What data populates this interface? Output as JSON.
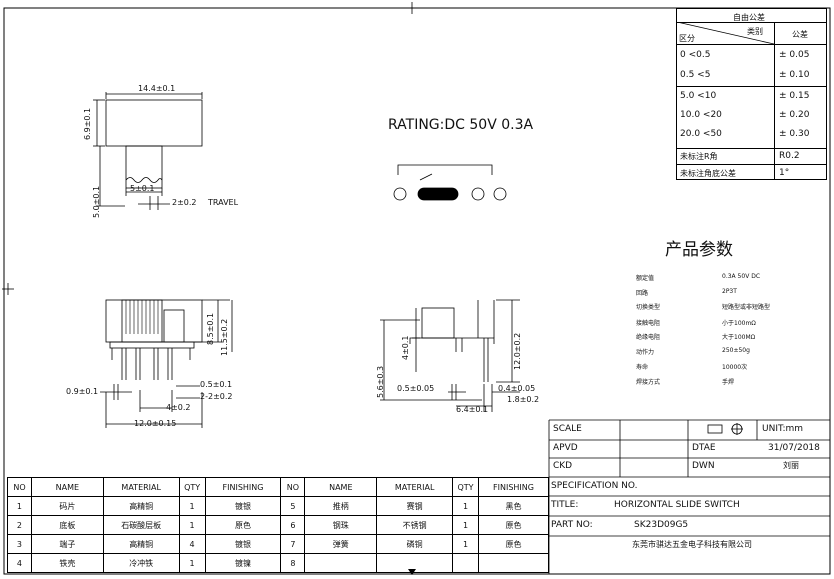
{
  "tolerance_table": {
    "title": "自由公差",
    "header_left": "区分",
    "header_mid": "类别",
    "header_right": "公差",
    "rows": [
      {
        "range": "0   <0.5",
        "tol": "± 0.05"
      },
      {
        "range": "0.5   <5",
        "tol": "± 0.10"
      },
      {
        "range": "5.0   <10",
        "tol": "± 0.15"
      },
      {
        "range": "10.0  <20",
        "tol": "± 0.20"
      },
      {
        "range": "20.0  <50",
        "tol": "± 0.30"
      },
      {
        "range": "未标注R角",
        "tol": "R0.2"
      },
      {
        "range": "未标注角底公差",
        "tol": "1°"
      }
    ]
  },
  "rating": "RATING:DC  50V  0.3A",
  "top_view_dims": {
    "width": "14.4±0.1",
    "height": "6.9±0.1",
    "knob_height": "5.0±0.1",
    "knob_width": "5±0.1",
    "travel": "2±0.2",
    "travel_label": "TRAVEL"
  },
  "front_view_dims": {
    "h1": "8.5±0.1",
    "h2": "11.5±0.2",
    "pin_w": "0.5±0.1",
    "pitch_pair": "2-2±0.2",
    "pin_space": "4±0.2",
    "total": "12.0±0.15",
    "left": "0.9±0.1"
  },
  "side_view_dims": {
    "h_left": "5.6±0.3",
    "h_body": "4±0.1",
    "h_right": "12.0±0.2",
    "pin_left": "0.5±0.05",
    "pin_right": "0.4±0.05",
    "gap": "1.8±0.2",
    "width": "6.4±0.1"
  },
  "params": {
    "title": "产品参数",
    "rows": [
      {
        "label": "额定值",
        "value": "0.3A  50V  DC"
      },
      {
        "label": "回路",
        "value": "2P3T"
      },
      {
        "label": "切换类型",
        "value": "短路型或非短路型"
      },
      {
        "label": "接触电阻",
        "value": "小于100mΩ"
      },
      {
        "label": "绝缘电阻",
        "value": "大于100MΩ"
      },
      {
        "label": "动作力",
        "value": "250±50g"
      },
      {
        "label": "寿命",
        "value": "10000次"
      },
      {
        "label": "焊接方式",
        "value": "手焊"
      }
    ]
  },
  "title_block": {
    "scale_label": "SCALE",
    "unit": "UNIT:mm",
    "apvd_label": "APVD",
    "date_label": "DTAE",
    "date": "31/07/2018",
    "ckd_label": "CKD",
    "dwn_label": "DWN",
    "dwn_value": "刘丽",
    "spec_label": "SPECIFICATION NO.",
    "title_label": "TITLE:",
    "title_value": "HORIZONTAL  SLIDE  SWITCH",
    "part_label": "PART NO:",
    "part_value": "SK23D09G5",
    "company": "东莞市骐达五金电子科技有限公司"
  },
  "bom": {
    "headers": [
      "NO",
      "NAME",
      "MATERIAL",
      "QTY",
      "FINISHING",
      "NO",
      "NAME",
      "MATERIAL",
      "QTY",
      "FINISHING"
    ],
    "rows": [
      [
        "1",
        "码片",
        "高精铜",
        "1",
        "镀银",
        "5",
        "推柄",
        "赛钢",
        "1",
        "黑色"
      ],
      [
        "2",
        "底板",
        "石碳酸层板",
        "1",
        "原色",
        "6",
        "钢珠",
        "不锈钢",
        "1",
        "原色"
      ],
      [
        "3",
        "端子",
        "高精铜",
        "4",
        "镀银",
        "7",
        "弹簧",
        "磷铜",
        "1",
        "原色"
      ],
      [
        "4",
        "铁壳",
        "冷冲铁",
        "1",
        "镀镍",
        "8",
        "",
        "",
        "",
        ""
      ]
    ]
  }
}
